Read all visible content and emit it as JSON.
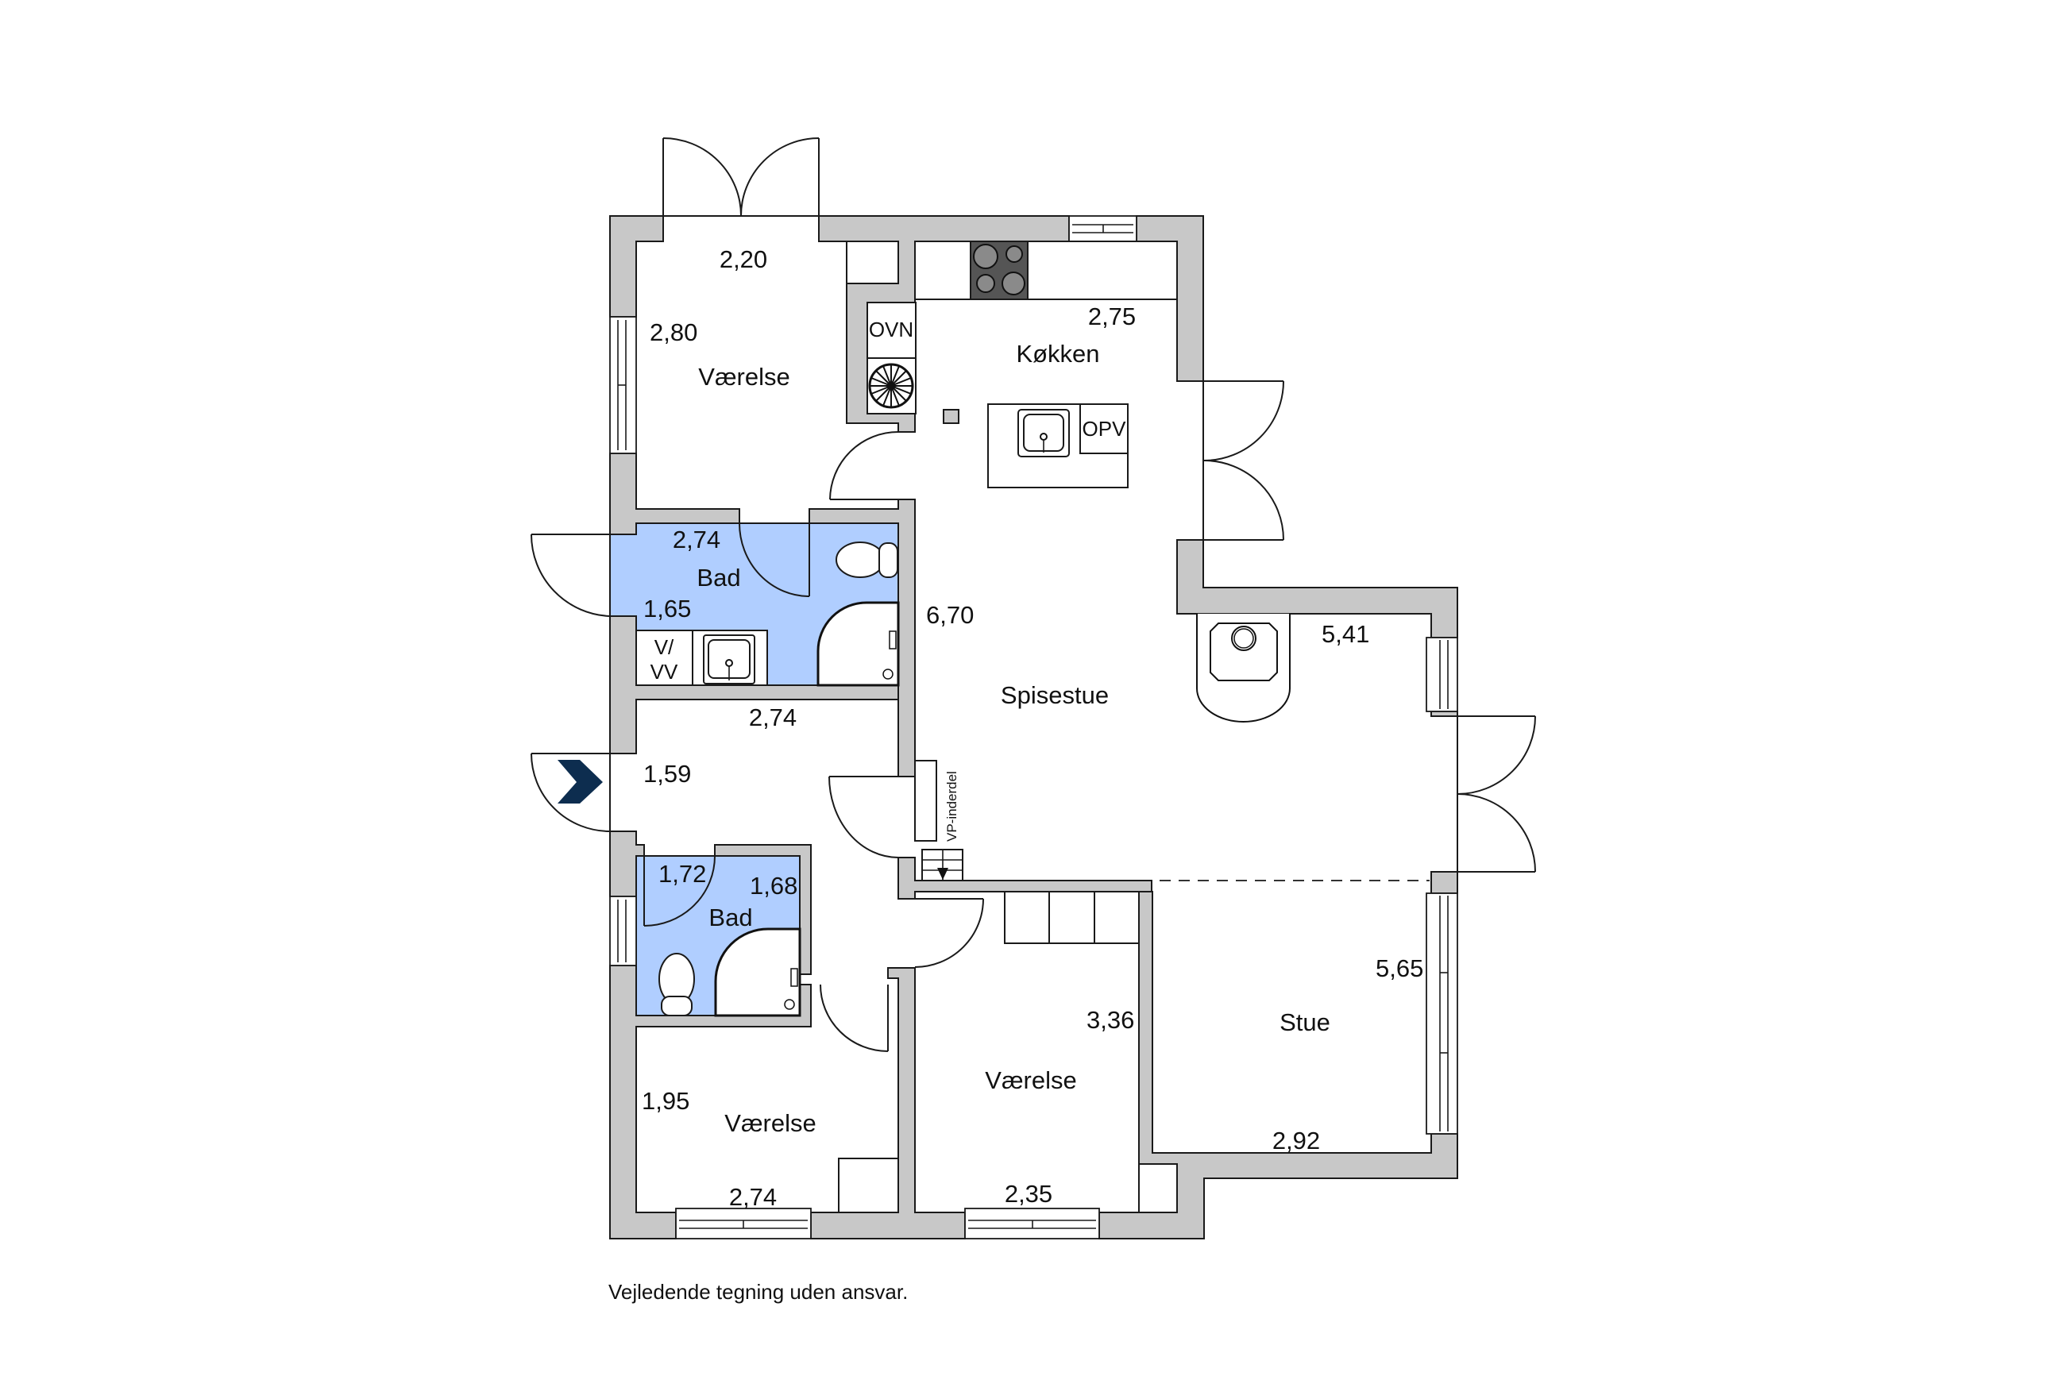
{
  "plan": {
    "colors": {
      "wall": "#c8c8c8",
      "wet_room": "#b0ceff",
      "entry_arrow": "#0d2d4f",
      "cooktop": "#555555",
      "line": "#1a1a1a"
    },
    "rooms": {
      "vaerelse_nw": {
        "label": "Værelse",
        "dim_width": "2,20",
        "dim_height": "2,80"
      },
      "koekken": {
        "label": "Køkken",
        "dim_width": "2,75"
      },
      "bad_upper": {
        "label": "Bad",
        "dim_width": "2,74",
        "dim_height": "1,65"
      },
      "entre": {
        "dim_width": "2,74",
        "dim_height": "1,59"
      },
      "bad_lower": {
        "label": "Bad",
        "dim_width": "1,72",
        "dim_height": "1,68"
      },
      "spisestue": {
        "label": "Spisestue",
        "dim_height": "6,70",
        "dim_width": "5,41"
      },
      "stue": {
        "label": "Stue",
        "dim_height": "5,65",
        "dim_width": "2,92"
      },
      "vaerelse_mid": {
        "label": "Værelse",
        "dim_height": "3,36",
        "dim_width": "2,35"
      },
      "vaerelse_sw": {
        "label": "Værelse",
        "dim_height": "1,95",
        "dim_width": "2,74"
      }
    },
    "fixtures": {
      "oven_label": "OVN",
      "dishwasher_label": "OPV",
      "washer_label_line1": "V/",
      "washer_label_line2": "VV",
      "heat_pump_label": "VP-inderdel"
    },
    "icons": {
      "entry": "entry-arrow-icon",
      "cooktop": "cooktop-icon",
      "fan": "ventilation-fan-icon",
      "sink": "sink-icon",
      "toilet": "toilet-icon",
      "shower": "shower-icon",
      "stove": "wood-stove-icon",
      "stairs": "stairs-down-icon"
    },
    "footer": "Vejledende tegning uden ansvar."
  }
}
